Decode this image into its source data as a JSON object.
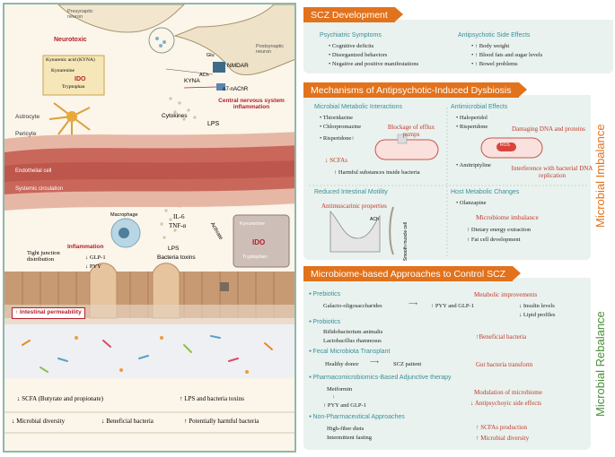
{
  "left": {
    "presynaptic": "Presynaptic neuron",
    "postsynaptic": "Postsynaptic neuron",
    "glu": "Glu",
    "nmdar": "NMDAR",
    "ach": "ACh",
    "a7": "α7-nAChR",
    "kyna": "KYNA",
    "neurotoxic": "Neurotoxic",
    "kyn_acid": "Kynurenic acid (KYNA)",
    "kynurenine": "Kynurenine",
    "ido": "IDO",
    "tryptophan": "Tryptophan",
    "astrocyte": "Astrocyte",
    "cytokines": "Cytokines",
    "lps": "LPS",
    "cns_inflam": "Central nervous system inflammation",
    "pericyte": "Pericyte",
    "endothelial": "Endothelial cell",
    "systemic": "Systemic circulation",
    "macrophage": "Macrophage",
    "il6": "IL-6",
    "tnfa": "TNF-α",
    "activate": "Activate",
    "inflammation": "Inflammation",
    "glp1": "↓ GLP-1",
    "pyy": "↓ PYY",
    "tight": "Tight junction distribution",
    "lps_bact": "LPS",
    "bact_toxins": "Bacteria toxins",
    "kynurenine2": "Kynurenine",
    "ido2": "IDO",
    "tryptophan2": "Tryptophan",
    "int_perm": "↑ Intestinal permeability",
    "scfa": "↓ SCFA (Butyrate and propionate)",
    "lps_tox": "↑ LPS and bacteria toxins",
    "micro_div": "↓ Microbial diversity",
    "ben_bact": "↓ Beneficial bacteria",
    "harm_bact": "↑ Potentially harmful bacteria"
  },
  "scz": {
    "title": "SCZ Development",
    "psych_title": "Psychiatric Symptoms",
    "psych": [
      "Cognitive deficits",
      "Disorganized behaviors",
      "Negative and positive manifestations"
    ],
    "side_title": "Antipsychotic Side Effects",
    "side": [
      "↑  Body weight",
      "↑  Blood fats and sugar levels",
      "↑  Bowel problems"
    ]
  },
  "mech": {
    "title": "Mechanisms of Antipsychotic-Induced Dysbiosis",
    "mmi_title": "Microbial Metabolic Interactions",
    "mmi": [
      "Thioridazine",
      "Chlorpromazine"
    ],
    "risperidone": "Risperidone↑",
    "scfas": "↓ SCFAs",
    "efflux": "Blockage of efflux pumps",
    "harmful": "↑ Harmful substances inside bacteria",
    "ame_title": "Antimicrobial Effects",
    "ame": [
      "Haloperidol",
      "Risperidone"
    ],
    "damaging": "Damaging DNA and proteins",
    "ros": "ROS",
    "amitriptyline": "Amitriptyline",
    "interference": "Interference with bacterial DNA replication",
    "rim_title": "Reduced Intestinal Motility",
    "antimusc": "Antimuscarinic properties",
    "ach": "ACh",
    "smooth": "Smooth muscle cell",
    "hmc_title": "Host Metabolic Changes",
    "olanzapine": "Olanzapine",
    "imbalance": "Microbiome  imbalance",
    "diet": "↑ Dietary energy extraction",
    "fat": "↑ Fat cell development"
  },
  "side_labels": {
    "imbalance": "Microbial Imbalance",
    "rebalance": "Microbial Rebalance"
  },
  "approaches": {
    "title": "Microbiome-based Approaches to Control SCZ",
    "prebiotics": "Prebiotics",
    "galacto": "Galacto-oligosaccharides",
    "pyy_glp": "↑ PYY and GLP-1",
    "metabolic": "Metabolic improvements",
    "insulin": "↓ Insulin levels",
    "lipid": "↓ Lipid profiles",
    "probiotics": "Probiotics",
    "bifido": "Bifidobacterium animalis",
    "lacto": "Lactobacillus rhamnosus",
    "beneficial": "↑Beneficial bacteria",
    "fmt": "Fecal Microbiota Transplant",
    "donor": "Healthy donor",
    "scz_patient": "SCZ patient",
    "gut": "Gut bacteria transform",
    "pharma": "Pharmacomicrobiomics-Based Adjunctive therapy",
    "metformin": "Metformin",
    "pyy_glp2": "↑ PYY  and GLP-1",
    "modulation": "Modulation of microbiome",
    "antipsych": "↓ Antipsychoyic side effects",
    "nonpharma": "Non-Pharmaceutical Approaches",
    "fiber": "High-fiber diets",
    "fasting": "Intermittent fasting",
    "scfa_prod": "↑ SCFAs production",
    "div": "↑ Microbial diversity"
  }
}
